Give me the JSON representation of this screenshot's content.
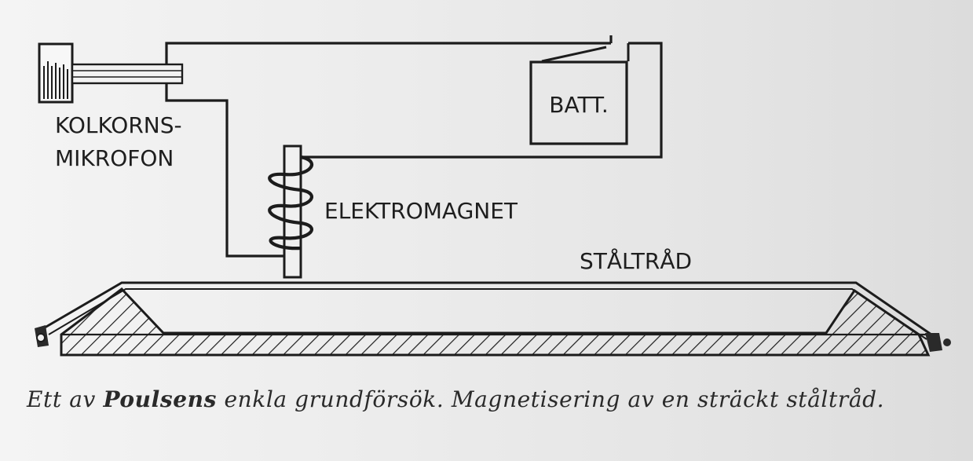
{
  "labels": {
    "microphone_line1": "KOLKORNS-",
    "microphone_line2": "MIKROFON",
    "battery": "BATT.",
    "electromagnet": "ELEKTROMAGNET",
    "steel_wire": "STÅLTRÅD"
  },
  "caption": {
    "lead": "Ett av ",
    "name": "Poulsens",
    "rest": " enkla grundförsök. Magnetisering av en sträckt ståltråd."
  }
}
